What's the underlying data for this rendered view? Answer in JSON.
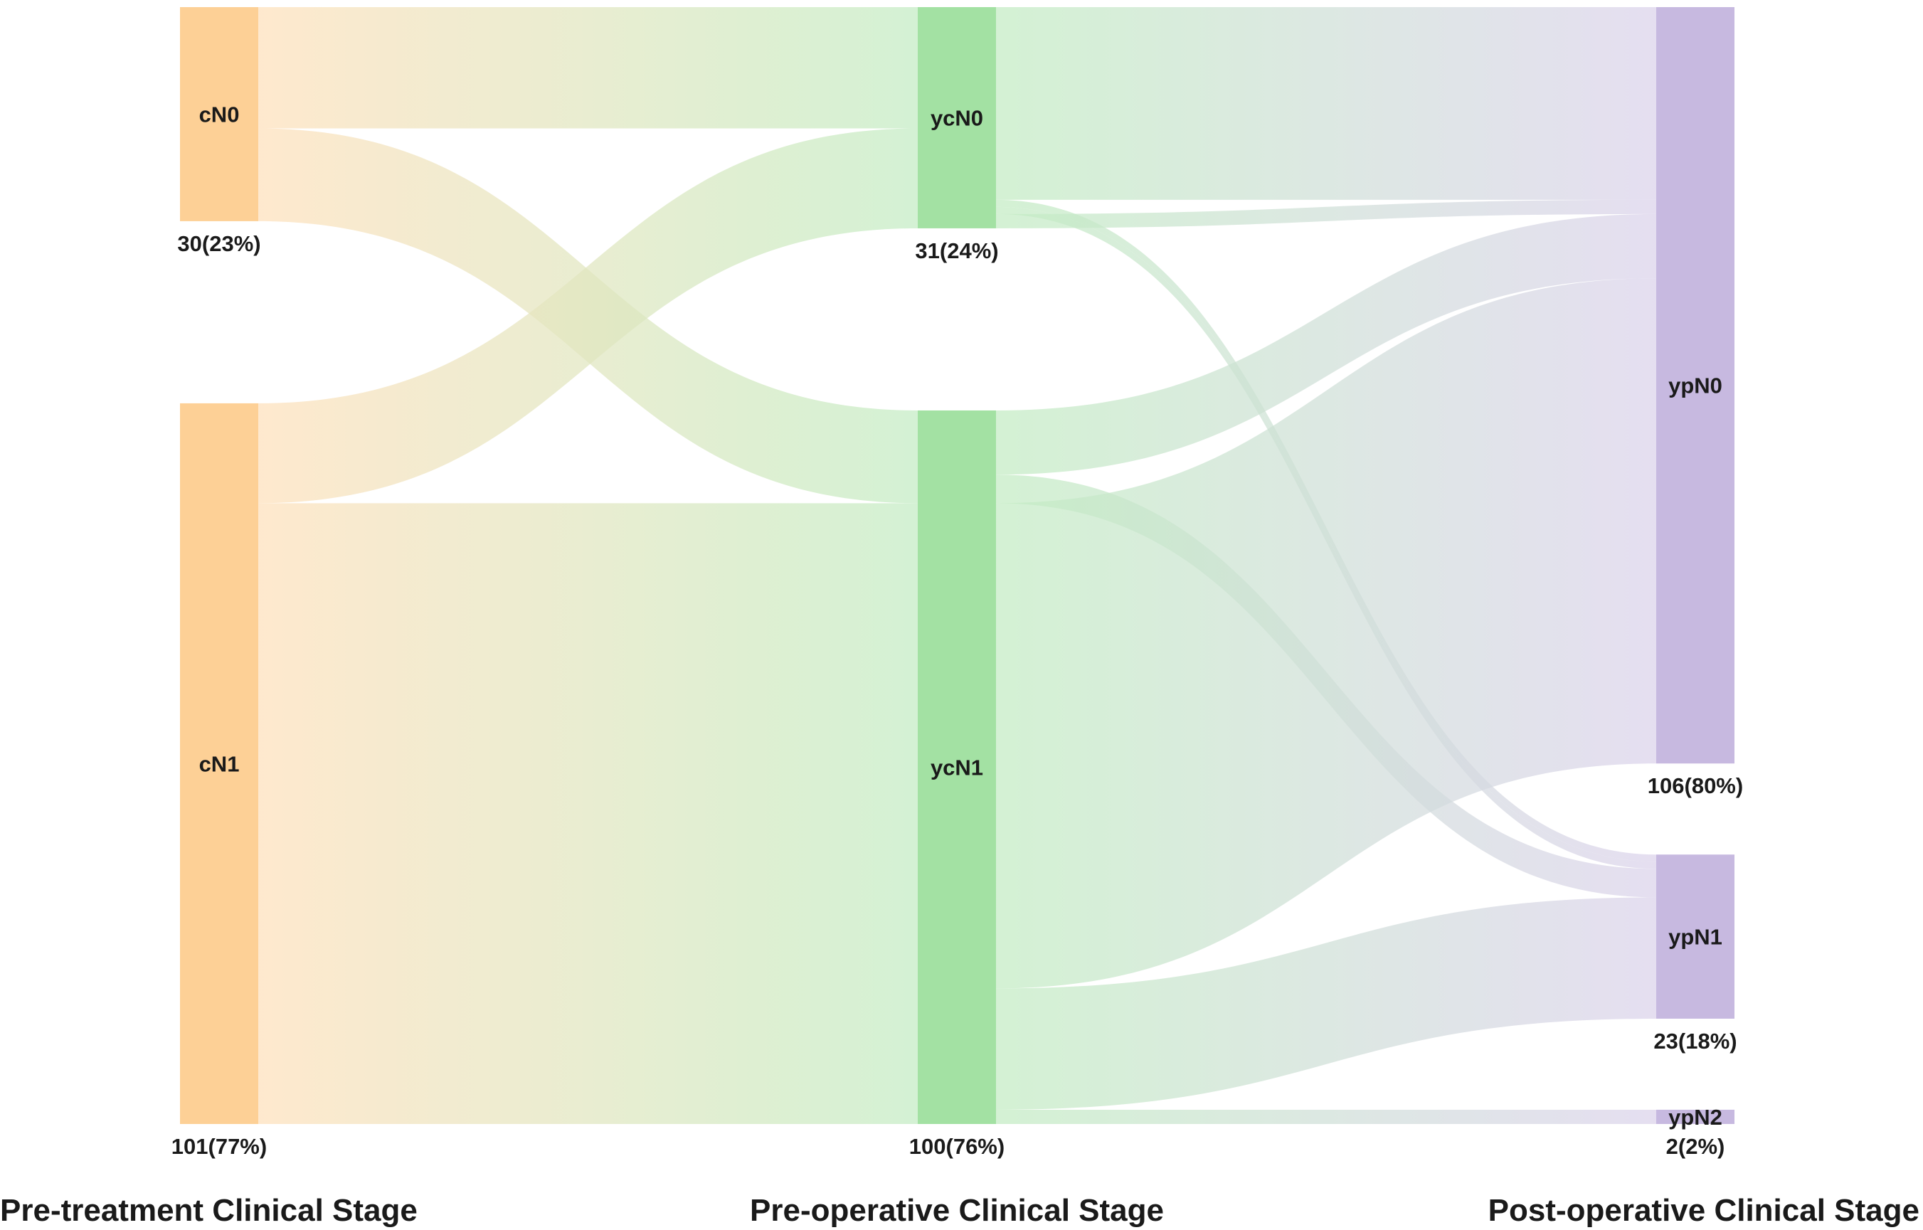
{
  "chart_data": {
    "type": "sankey",
    "title": "",
    "stages": [
      "Pre-treatment Clinical Stage",
      "Pre-operative Clinical Stage",
      "Post-operative Clinical Stage"
    ],
    "nodes": [
      {
        "id": "cN0",
        "label": "cN0",
        "stage": 0,
        "value": 30,
        "count_label": "30(23%)",
        "color": "#fdd096"
      },
      {
        "id": "cN1",
        "label": "cN1",
        "stage": 0,
        "value": 101,
        "count_label": "101(77%)",
        "color": "#fdd096"
      },
      {
        "id": "ycN0",
        "label": "ycN0",
        "stage": 1,
        "value": 31,
        "count_label": "31(24%)",
        "color": "#a3e1a3"
      },
      {
        "id": "ycN1",
        "label": "ycN1",
        "stage": 1,
        "value": 100,
        "count_label": "100(76%)",
        "color": "#a3e1a3"
      },
      {
        "id": "ypN0",
        "label": "ypN0",
        "stage": 2,
        "value": 106,
        "count_label": "106(80%)",
        "color": "#c7b9e0"
      },
      {
        "id": "ypN1",
        "label": "ypN1",
        "stage": 2,
        "value": 23,
        "count_label": "23(18%)",
        "color": "#c7b9e0"
      },
      {
        "id": "ypN2",
        "label": "ypN2",
        "stage": 2,
        "value": 2,
        "count_label": "2(2%)",
        "color": "#c7b9e0"
      }
    ],
    "links": [
      {
        "source": "cN0",
        "target": "ycN0",
        "value": 17
      },
      {
        "source": "cN0",
        "target": "ycN1",
        "value": 13
      },
      {
        "source": "cN1",
        "target": "ycN0",
        "value": 14
      },
      {
        "source": "cN1",
        "target": "ycN1",
        "value": 87
      },
      {
        "source": "ycN0",
        "target": "ypN0",
        "value": 15
      },
      {
        "source": "ycN0",
        "target": "ypN0",
        "value": 12
      },
      {
        "source": "ycN0",
        "target": "ypN1",
        "value": 1
      },
      {
        "source": "ycN0",
        "target": "ypN1",
        "value": 1
      },
      {
        "source": "ycN0",
        "target": "ypN0",
        "value": 2
      },
      {
        "source": "ycN1",
        "target": "ypN0",
        "value": 9
      },
      {
        "source": "ycN1",
        "target": "ypN1",
        "value": 4
      },
      {
        "source": "ycN1",
        "target": "ypN0",
        "value": 68
      },
      {
        "source": "ycN1",
        "target": "ypN1",
        "value": 17
      },
      {
        "source": "ycN1",
        "target": "ypN2",
        "value": 2
      }
    ]
  }
}
